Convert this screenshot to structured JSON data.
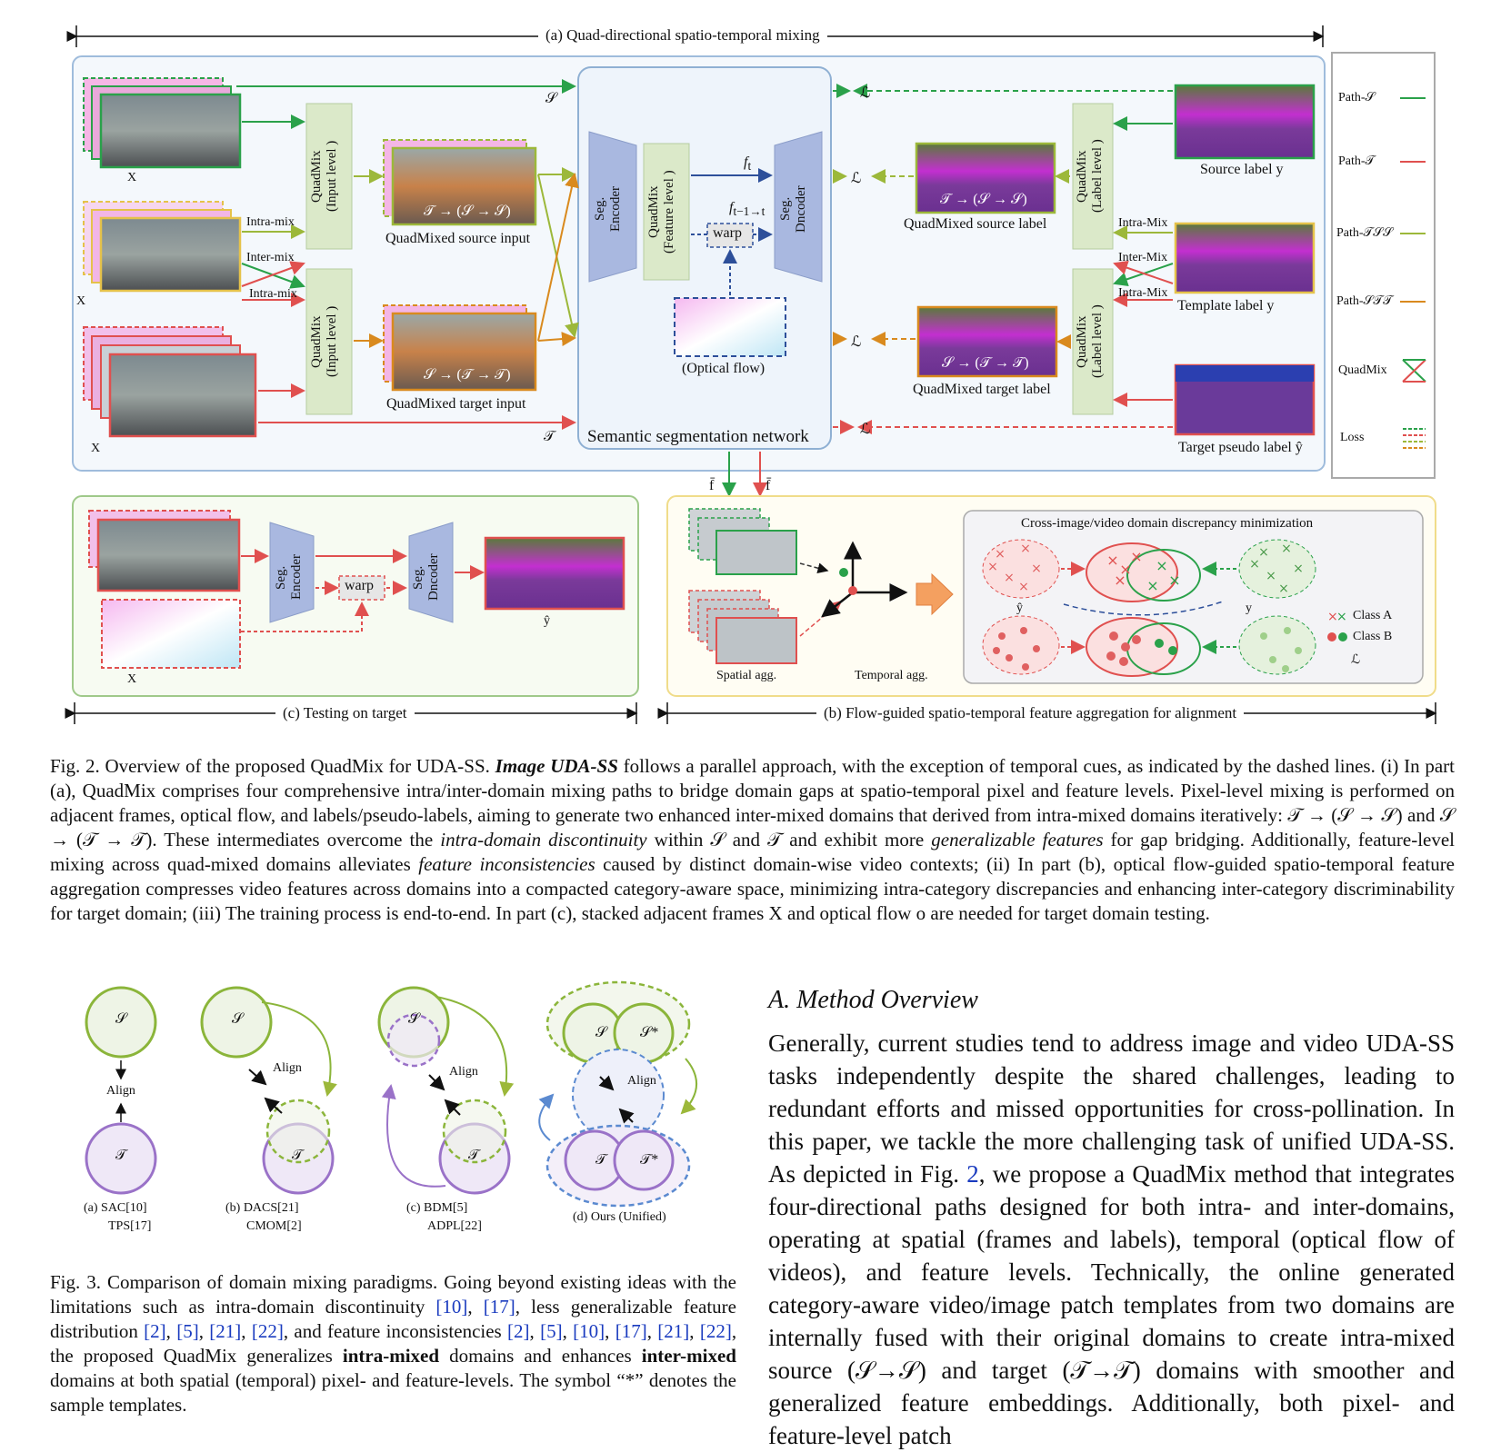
{
  "figure2": {
    "part_a_title": "(a) Quad-directional spatio-temporal mixing",
    "part_b_title": "(b) Flow-guided spatio-temporal feature aggregation for alignment",
    "part_c_title": "(c) Testing on target",
    "quadmix_input": "QuadMix\n(Input level )",
    "quadmix_feature": "QuadMix\n(Feature level )",
    "quadmix_label": "QuadMix\n(Label level )",
    "seg_encoder": "Seg.\nEncoder",
    "seg_decoder": "Seg.\nDncoder",
    "warp": "warp",
    "optical_flow": "(Optical flow)",
    "seg_network": "Semantic segmentation network",
    "quadmixed_source_input": "QuadMixed source input",
    "quadmixed_target_input": "QuadMixed target input",
    "quadmixed_source_label": "QuadMixed source label",
    "quadmixed_target_label": "QuadMixed target label",
    "mix_src": "𝒯 → (𝒮 → 𝒮)",
    "mix_tgt": "𝒮 → (𝒯 → 𝒯)",
    "source_label": "Source label y",
    "template_label": "Template label y",
    "target_pseudo_label": "Target pseudo label ŷ",
    "intra_mix": "Intra-mix",
    "inter_mix": "Inter-mix",
    "intra_mix_cap": "Intra-Mix",
    "inter_mix_cap": "Inter-Mix",
    "ft": "f",
    "ft_sub": "t",
    "ftm1": "f",
    "ftm1_sub": "t−1→t",
    "path_s_letter": "𝒮",
    "path_t_letter": "𝒯",
    "xs_label": "X",
    "loss_ce": "ℒ",
    "legend": [
      "Path-𝒮",
      "Path-𝒯",
      "Path-𝒯𝒮𝒮",
      "Path-𝒮𝒯𝒯",
      "QuadMix",
      "Loss"
    ],
    "fbar_s": "f̄",
    "fbar_t": "f̄",
    "cross_domain": "Cross-image/video domain discrepancy minimization",
    "class_a": "Class A",
    "class_b": "Class B",
    "spatial_agg": "Spatial agg.",
    "temporal_agg": "Temporal agg.",
    "l_agg": "ℒ",
    "y_hat_t": "ŷ",
    "y_s": "y",
    "test_label": "X",
    "test_out": "ŷ"
  },
  "fig2_caption": {
    "prefix": "Fig. 2.   Overview of the proposed QuadMix for UDA-SS. ",
    "bold": "Image UDA-SS",
    "text1": " follows a parallel approach, with the exception of temporal cues, as indicated by the dashed lines. (i) In part (a), QuadMix comprises four comprehensive intra/inter-domain mixing paths to bridge domain gaps at spatio-temporal pixel and feature levels. Pixel-level mixing is performed on adjacent frames, optical flow, and labels/pseudo-labels, aiming to generate two enhanced inter-mixed domains that derived from intra-mixed domains iteratively: 𝒯 → (𝒮 → 𝒮) and 𝒮 → (𝒯 → 𝒯). These intermediates overcome the ",
    "ital1": "intra-domain discontinuity",
    "text2": " within 𝒮 and 𝒯 and exhibit more ",
    "ital2": "generalizable features",
    "text3": " for gap bridging. Additionally, feature-level mixing across quad-mixed domains alleviates ",
    "ital3": "feature inconsistencies",
    "text4": " caused by distinct domain-wise video contexts; (ii) In part (b), optical flow-guided spatio-temporal feature aggregation compresses video features across domains into a compacted category-aware space, minimizing intra-category discrepancies and enhancing inter-category discriminability for target domain; (iii) The training process is end-to-end. In part (c), stacked adjacent frames X",
    "text5": " and optical flow o",
    "text6": " are needed for target domain testing."
  },
  "figure3": {
    "align": "Align",
    "s": "𝒮",
    "t": "𝒯",
    "s_star": "𝒮*",
    "t_star": "𝒯*",
    "sub_a_1": "(a)  SAC[10]",
    "sub_a_2": "TPS[17]",
    "sub_b_1": "(b) DACS[21]",
    "sub_b_2": "CMOM[2]",
    "sub_c_1": "(c) BDM[5]",
    "sub_c_2": "ADPL[22]",
    "sub_d": "(d) Ours (Unified)"
  },
  "fig3_caption": {
    "t1": "Fig. 3.   Comparison of domain mixing paradigms. Going beyond existing ideas with the limitations such as intra-domain discontinuity ",
    "r10": "[10]",
    "sep1": ", ",
    "r17": "[17]",
    "t2": ", less generalizable feature distribution ",
    "r2": "[2]",
    "r5": "[5]",
    "r21": "[21]",
    "r22": "[22]",
    "t3": ", and feature inconsistencies ",
    "t4": ", the proposed QuadMix generalizes ",
    "b1": "intra-mixed",
    "t5": " domains and enhances ",
    "b2": "inter-mixed",
    "t6": " domains at both spatial (temporal) pixel- and feature-levels. The symbol “*” denotes the sample templates."
  },
  "section": {
    "title": "A.  Method Overview",
    "p1": "Generally, current studies tend to address image and video UDA-SS tasks independently despite the shared challenges, leading to redundant efforts and missed opportunities for cross-pollination. In this paper, we tackle the more challenging task of unified UDA-SS. As depicted in Fig. ",
    "fig_ref": "2",
    "p2": ", we propose a QuadMix method that integrates four-directional paths designed for both intra- and inter-domains, operating at spatial (frames and labels), temporal (optical flow of videos), and feature levels. Technically, the online generated category-aware video/image patch templates from two domains are internally fused with their original domains to create intra-mixed source (𝒮→𝒮) and target (𝒯→𝒯) domains with smoother and generalized feature embeddings. Additionally, both pixel- and feature-level patch"
  },
  "colors": {
    "green": "#2aa14a",
    "red": "#e0504f",
    "olive": "#9cb83a",
    "orange": "#d98a1e",
    "blue": "#2d4f9a",
    "purple": "#9a72c8",
    "block_blue": "#a9b8e0",
    "block_green": "#dbe9c9"
  }
}
